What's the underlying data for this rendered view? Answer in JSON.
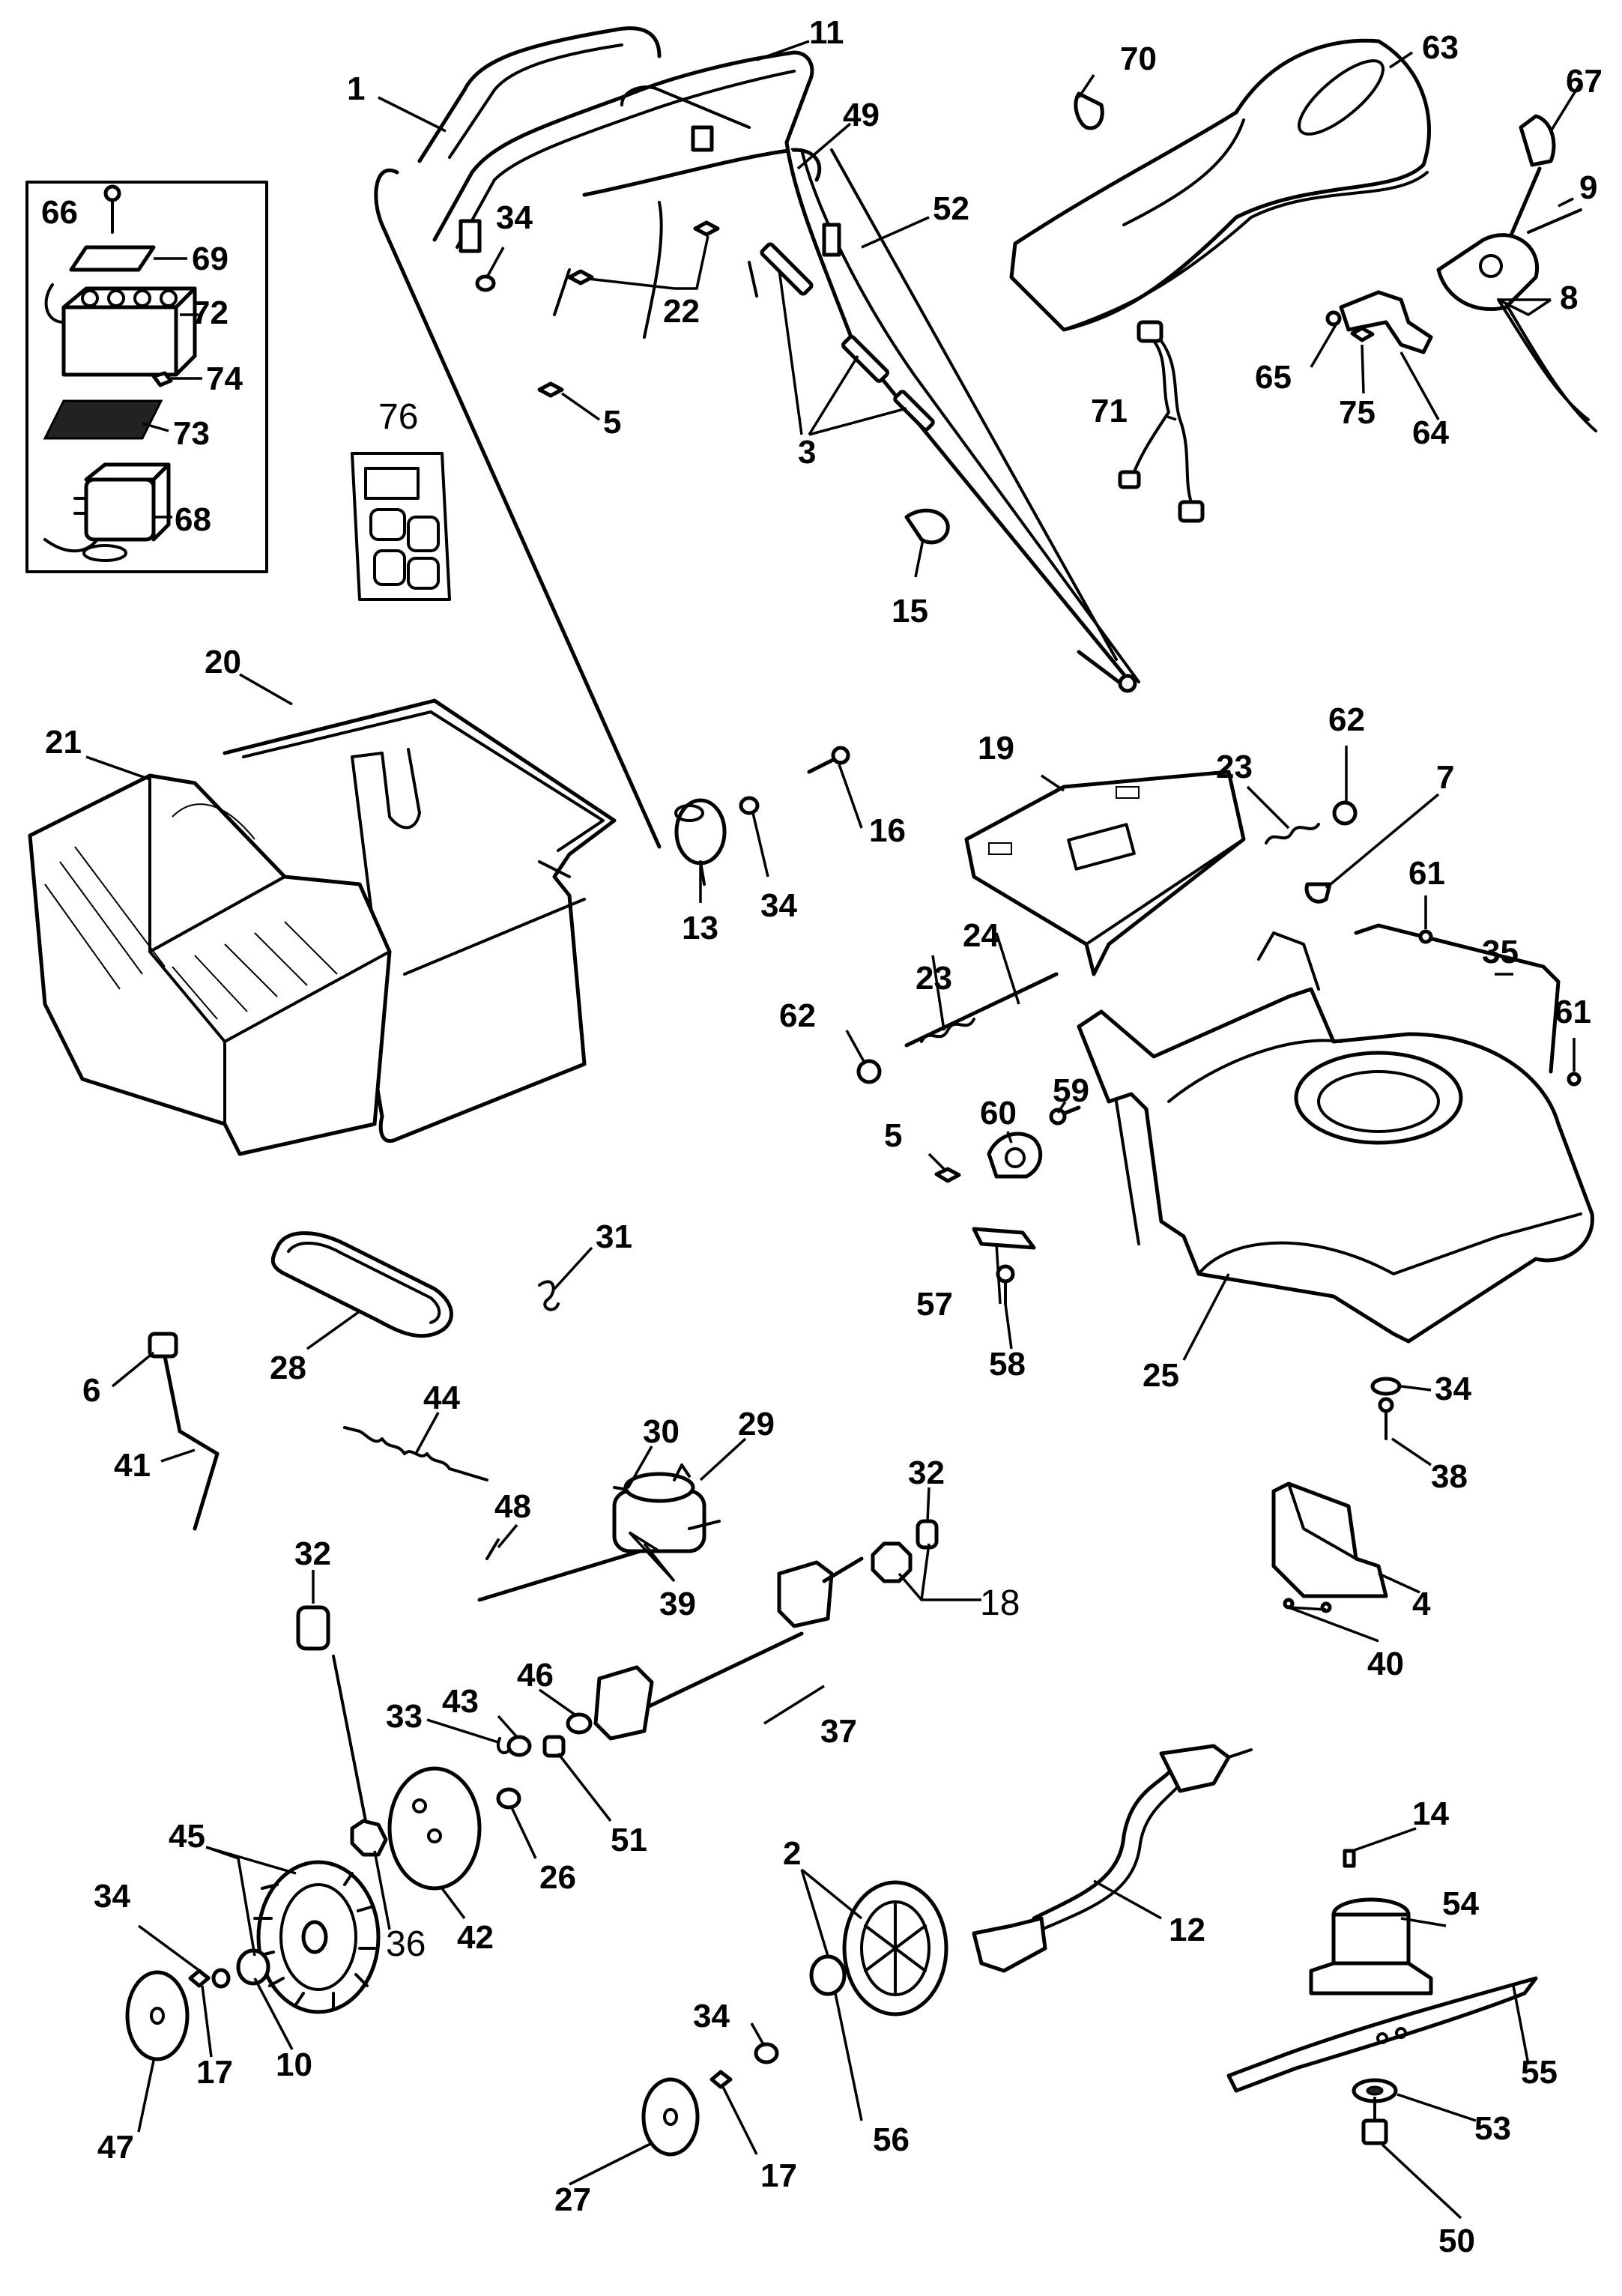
{
  "diagram": {
    "callouts": [
      {
        "id": "c1",
        "text": "1"
      },
      {
        "id": "c11",
        "text": "11"
      },
      {
        "id": "c49",
        "text": "49"
      },
      {
        "id": "c52",
        "text": "52"
      },
      {
        "id": "c34a",
        "text": "34"
      },
      {
        "id": "c22",
        "text": "22"
      },
      {
        "id": "c5a",
        "text": "5"
      },
      {
        "id": "c3",
        "text": "3"
      },
      {
        "id": "c15",
        "text": "15"
      },
      {
        "id": "c66",
        "text": "66"
      },
      {
        "id": "c69",
        "text": "69"
      },
      {
        "id": "c72",
        "text": "72"
      },
      {
        "id": "c74",
        "text": "74"
      },
      {
        "id": "c73",
        "text": "73"
      },
      {
        "id": "c68",
        "text": "68"
      },
      {
        "id": "c76",
        "text": "76"
      },
      {
        "id": "c70",
        "text": "70"
      },
      {
        "id": "c63",
        "text": "63"
      },
      {
        "id": "c67",
        "text": "67"
      },
      {
        "id": "c9",
        "text": "9"
      },
      {
        "id": "c8",
        "text": "8"
      },
      {
        "id": "c65",
        "text": "65"
      },
      {
        "id": "c75",
        "text": "75"
      },
      {
        "id": "c64",
        "text": "64"
      },
      {
        "id": "c71",
        "text": "71"
      },
      {
        "id": "c20",
        "text": "20"
      },
      {
        "id": "c21",
        "text": "21"
      },
      {
        "id": "c16",
        "text": "16"
      },
      {
        "id": "c13",
        "text": "13"
      },
      {
        "id": "c34b",
        "text": "34"
      },
      {
        "id": "c19",
        "text": "19"
      },
      {
        "id": "c23a",
        "text": "23"
      },
      {
        "id": "c62a",
        "text": "62"
      },
      {
        "id": "c7",
        "text": "7"
      },
      {
        "id": "c61a",
        "text": "61"
      },
      {
        "id": "c35",
        "text": "35"
      },
      {
        "id": "c61b",
        "text": "61"
      },
      {
        "id": "c24",
        "text": "24"
      },
      {
        "id": "c23b",
        "text": "23"
      },
      {
        "id": "c62b",
        "text": "62"
      },
      {
        "id": "c59",
        "text": "59"
      },
      {
        "id": "c60",
        "text": "60"
      },
      {
        "id": "c5b",
        "text": "5"
      },
      {
        "id": "c57",
        "text": "57"
      },
      {
        "id": "c58",
        "text": "58"
      },
      {
        "id": "c25",
        "text": "25"
      },
      {
        "id": "c31",
        "text": "31"
      },
      {
        "id": "c28",
        "text": "28"
      },
      {
        "id": "c6",
        "text": "6"
      },
      {
        "id": "c41",
        "text": "41"
      },
      {
        "id": "c44",
        "text": "44"
      },
      {
        "id": "c30",
        "text": "30"
      },
      {
        "id": "c29",
        "text": "29"
      },
      {
        "id": "c32a",
        "text": "32"
      },
      {
        "id": "c48",
        "text": "48"
      },
      {
        "id": "c39",
        "text": "39"
      },
      {
        "id": "c18",
        "text": "18"
      },
      {
        "id": "c34c",
        "text": "34"
      },
      {
        "id": "c38",
        "text": "38"
      },
      {
        "id": "c4",
        "text": "4"
      },
      {
        "id": "c40",
        "text": "40"
      },
      {
        "id": "c32b",
        "text": "32"
      },
      {
        "id": "c46",
        "text": "46"
      },
      {
        "id": "c43",
        "text": "43"
      },
      {
        "id": "c33",
        "text": "33"
      },
      {
        "id": "c37",
        "text": "37"
      },
      {
        "id": "c51",
        "text": "51"
      },
      {
        "id": "c26",
        "text": "26"
      },
      {
        "id": "c45",
        "text": "45"
      },
      {
        "id": "c34d",
        "text": "34"
      },
      {
        "id": "c36",
        "text": "36"
      },
      {
        "id": "c42",
        "text": "42"
      },
      {
        "id": "c10",
        "text": "10"
      },
      {
        "id": "c17a",
        "text": "17"
      },
      {
        "id": "c47",
        "text": "47"
      },
      {
        "id": "c14",
        "text": "14"
      },
      {
        "id": "c12",
        "text": "12"
      },
      {
        "id": "c54",
        "text": "54"
      },
      {
        "id": "c2",
        "text": "2"
      },
      {
        "id": "c55",
        "text": "55"
      },
      {
        "id": "c34e",
        "text": "34"
      },
      {
        "id": "c56",
        "text": "56"
      },
      {
        "id": "c53",
        "text": "53"
      },
      {
        "id": "c27",
        "text": "27"
      },
      {
        "id": "c17b",
        "text": "17"
      },
      {
        "id": "c50",
        "text": "50"
      }
    ]
  }
}
